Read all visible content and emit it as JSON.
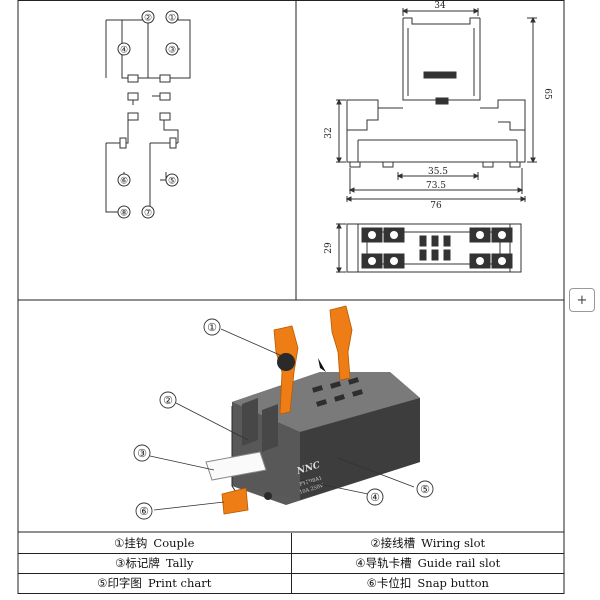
{
  "wiring": {
    "terminals": [
      "②",
      "①",
      "④",
      "③",
      "⑥",
      "⑤",
      "⑧",
      "⑦"
    ]
  },
  "dimensions": {
    "top_width": "34",
    "height": "65",
    "base_height": "32",
    "inner_width": "35.5",
    "rail_width": "73.5",
    "overall_width": "76",
    "base_depth": "29"
  },
  "product": {
    "brand": "NNC",
    "model": "PYF08A1",
    "rating": "10A 250V",
    "callouts": [
      "①",
      "②",
      "③",
      "④",
      "⑤",
      "⑥"
    ]
  },
  "legend": {
    "rows": [
      [
        {
          "num": "①",
          "cn": "挂钩",
          "en": "Couple"
        },
        {
          "num": "②",
          "cn": "接线槽",
          "en": "Wiring slot"
        }
      ],
      [
        {
          "num": "③",
          "cn": "标记牌",
          "en": "Tally"
        },
        {
          "num": "④",
          "cn": "导轨卡槽",
          "en": "Guide rail slot"
        }
      ],
      [
        {
          "num": "⑤",
          "cn": "印字图",
          "en": "Print chart"
        },
        {
          "num": "⑥",
          "cn": "卡位扣",
          "en": "Snap button"
        }
      ]
    ]
  },
  "side_button": "+",
  "colors": {
    "orange": "#ef7d16",
    "body": "#5a5a5a",
    "body_dark": "#3d3d3d",
    "body_light": "#7a7a7a",
    "line": "#222222"
  }
}
